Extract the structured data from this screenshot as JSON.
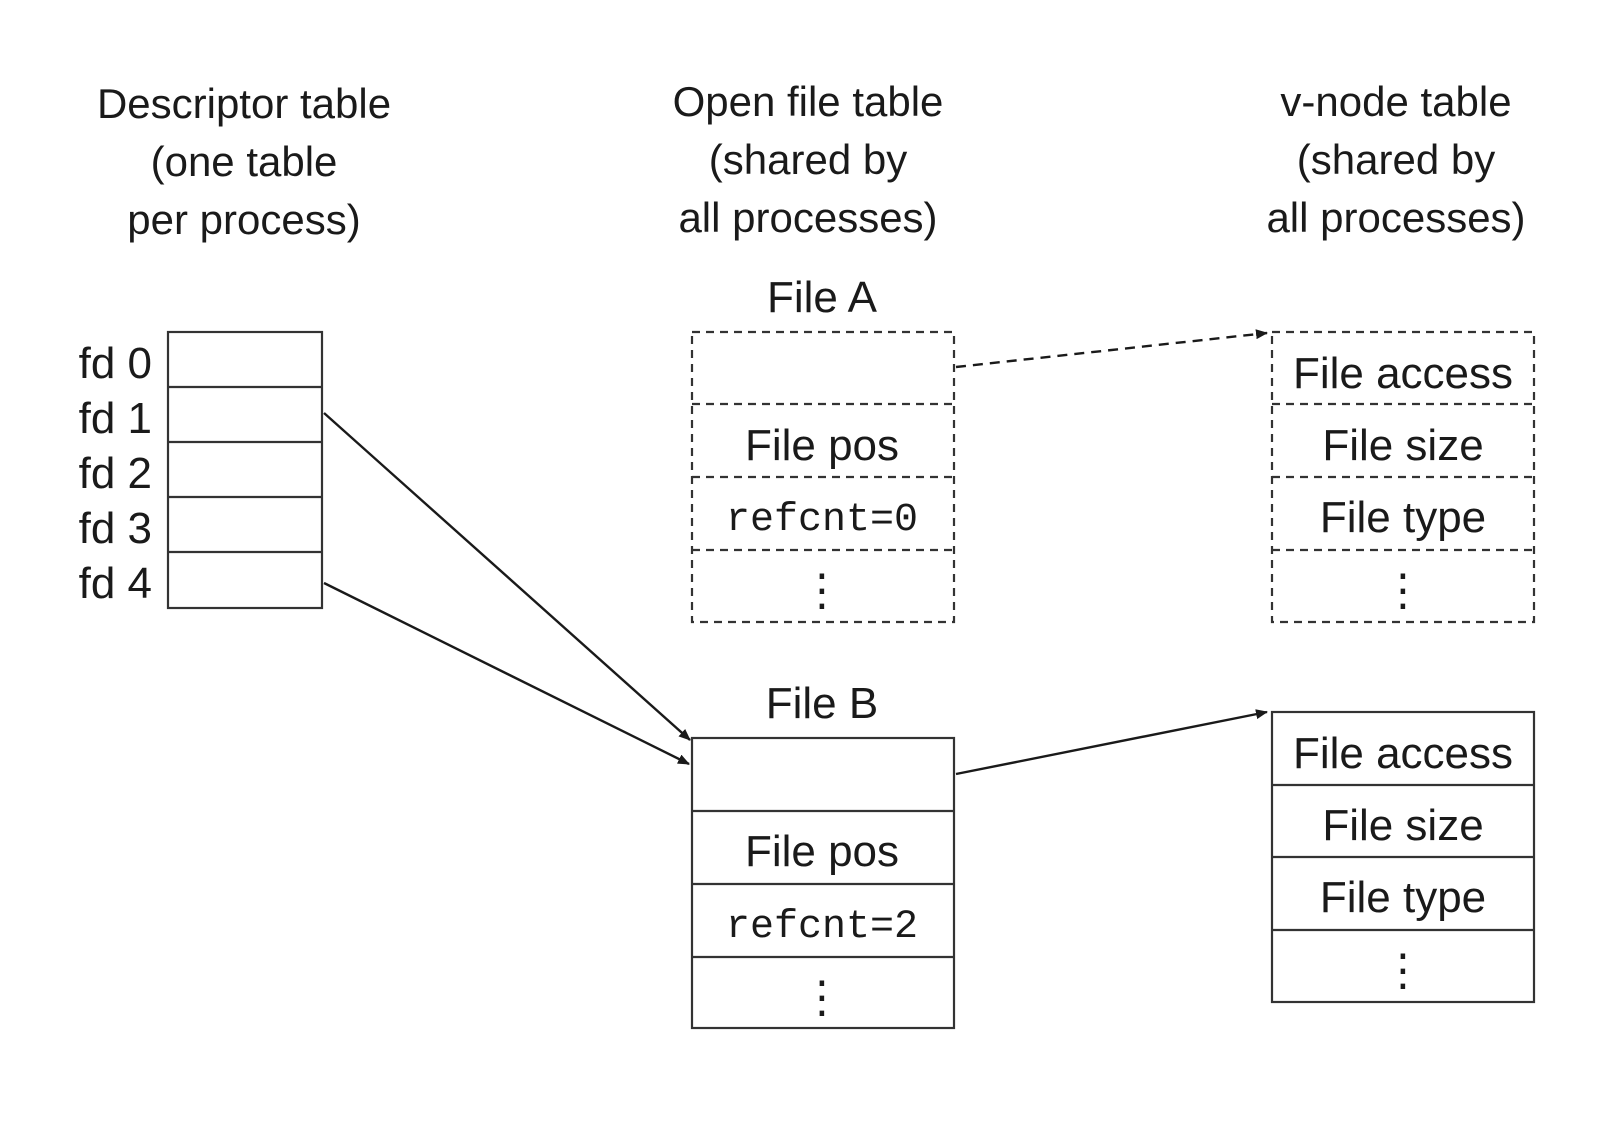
{
  "columns": [
    {
      "lines": [
        "Descriptor table",
        "(one table",
        "per process)"
      ]
    },
    {
      "lines": [
        "Open file table",
        "(shared by",
        "all processes)"
      ]
    },
    {
      "lines": [
        "v-node table",
        "(shared by",
        "all processes)"
      ]
    }
  ],
  "descriptor_table": {
    "rows": [
      "fd 0",
      "fd 1",
      "fd 2",
      "fd 3",
      "fd 4"
    ]
  },
  "open_files": [
    {
      "title": "File A",
      "style": "dashed",
      "cells": [
        "",
        "File pos",
        "refcnt=0",
        "⋮"
      ]
    },
    {
      "title": "File B",
      "style": "solid",
      "cells": [
        "",
        "File pos",
        "refcnt=2",
        "⋮"
      ]
    }
  ],
  "vnodes": [
    {
      "style": "dashed",
      "cells": [
        "File access",
        "File size",
        "File type",
        "⋮"
      ]
    },
    {
      "style": "solid",
      "cells": [
        "File access",
        "File size",
        "File type",
        "⋮"
      ]
    }
  ],
  "arrows": [
    {
      "from": "fd 1",
      "to": "File B",
      "style": "solid"
    },
    {
      "from": "fd 4",
      "to": "File B",
      "style": "solid"
    },
    {
      "from": "File A",
      "to": "v-node table entry 1",
      "style": "dashed"
    },
    {
      "from": "File B",
      "to": "v-node table entry 2",
      "style": "solid"
    }
  ],
  "colors": {
    "ink": "#1a1a1a",
    "border": "#333333",
    "background": "#ffffff"
  }
}
